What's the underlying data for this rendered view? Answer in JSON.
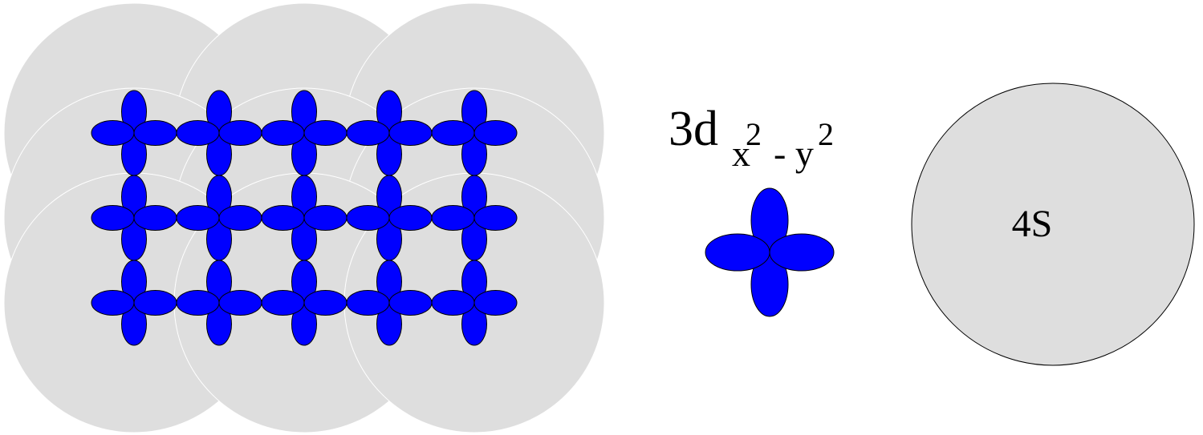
{
  "colors": {
    "s_orbital_fill": "#dedede",
    "s_orbital_stroke_inner": "#ffffff",
    "s_orbital_stroke": "#000000",
    "d_orbital_fill": "#0000ff",
    "d_orbital_stroke": "#000000"
  },
  "lattice": {
    "columns": 5,
    "rows": 3
  },
  "labels": {
    "d_prefix": "3d",
    "d_sub_x": "x",
    "d_sup_1": "2",
    "d_sub_minus_y": "- y",
    "d_sup_2": "2",
    "s_orbital": "4S"
  }
}
